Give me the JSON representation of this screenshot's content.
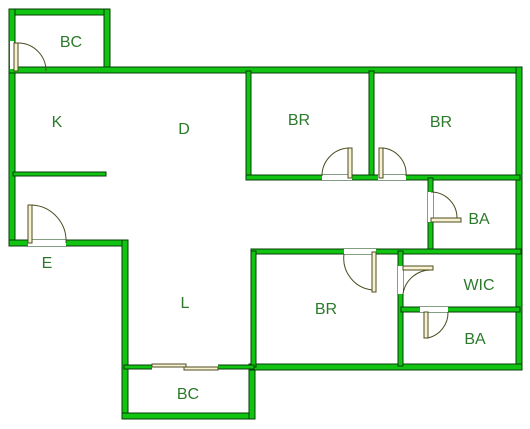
{
  "plan": {
    "rooms": [
      {
        "id": "bc-top",
        "label": "BC"
      },
      {
        "id": "k",
        "label": "K"
      },
      {
        "id": "d",
        "label": "D"
      },
      {
        "id": "br-1",
        "label": "BR"
      },
      {
        "id": "br-2",
        "label": "BR"
      },
      {
        "id": "ba-1",
        "label": "BA"
      },
      {
        "id": "e",
        "label": "E"
      },
      {
        "id": "br-3",
        "label": "BR"
      },
      {
        "id": "wic",
        "label": "WIC"
      },
      {
        "id": "ba-2",
        "label": "BA"
      },
      {
        "id": "l",
        "label": "L"
      },
      {
        "id": "bc-bottom",
        "label": "BC"
      }
    ],
    "colors": {
      "wall": "#11c411",
      "wall_outline": "#073d07",
      "label": "#2b7a2b",
      "door": "#f7f2d2"
    }
  }
}
